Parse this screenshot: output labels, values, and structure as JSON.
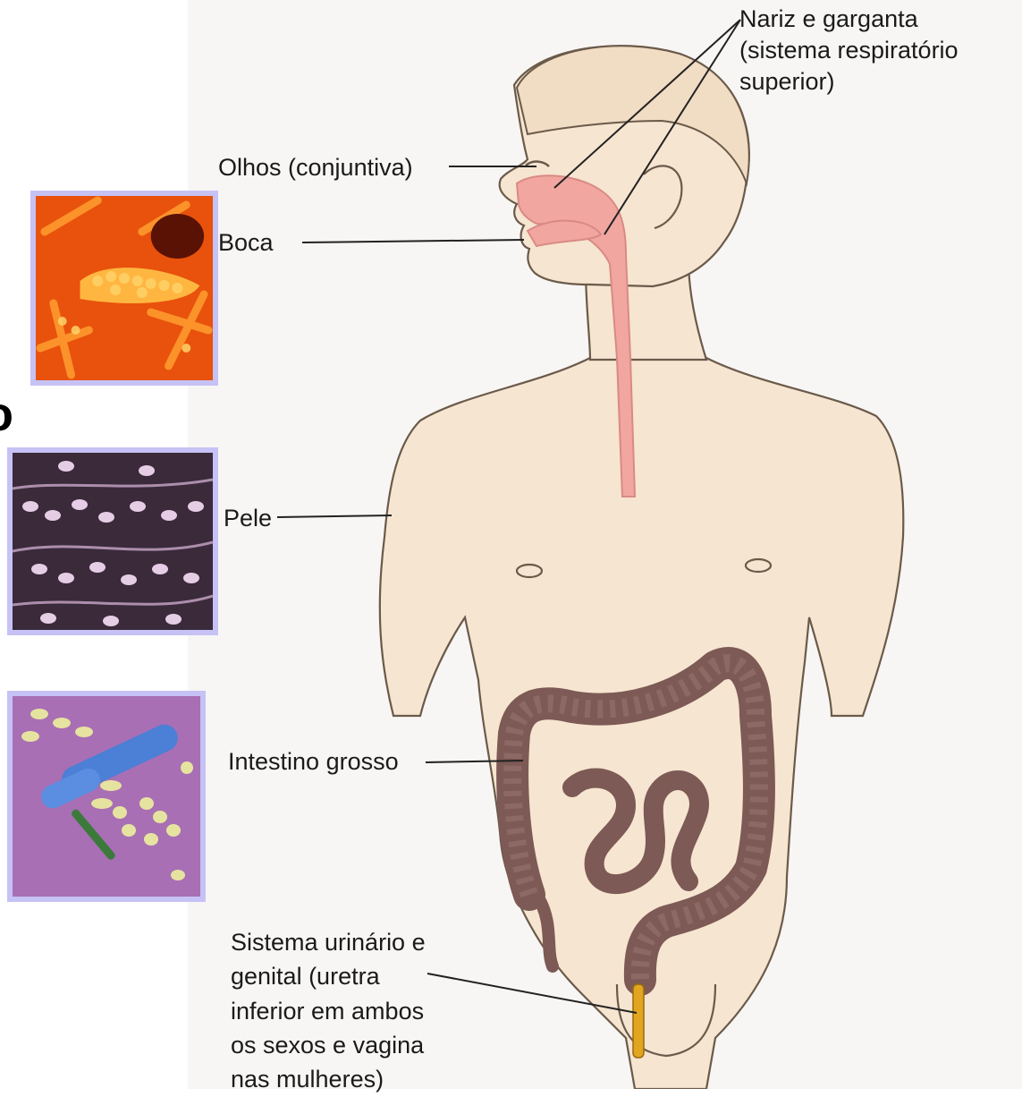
{
  "labels": {
    "nose_throat": "Nariz e garganta\n(sistema respiratório\n   superior)",
    "eyes": "Olhos (conjuntiva)",
    "mouth": "Boca",
    "skin": "Pele",
    "large_intestine": "Intestino grosso",
    "urogenital": "Sistema urinário e\ngenital (uretra\ninferior em ambos\nos sexos e vagina\nnas mulheres)"
  },
  "cut_off_text": "o",
  "colors": {
    "body_skin": "#f6e5d0",
    "outline": "#6b5a4a",
    "respiratory_tract": "#f2a6a0",
    "intestine": "#7d5a55",
    "thumb_border": "#c6c2f5",
    "leader_line": "#222222"
  }
}
